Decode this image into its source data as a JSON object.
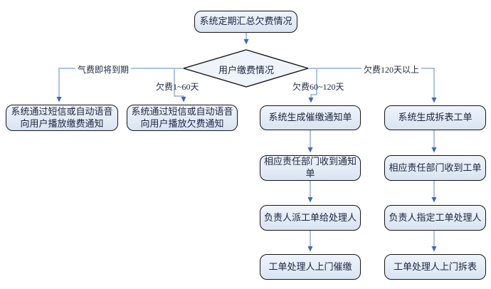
{
  "colors": {
    "node_fill_top": "#eff4fb",
    "node_fill_bottom": "#d9e4f2",
    "node_border": "#151515",
    "wire": "#8fb0d8",
    "arrow": "#4269b2",
    "text": "#1c2340",
    "background": "#ffffff"
  },
  "nodes": {
    "start": "系统定期汇总欠费情况",
    "decision": "用户缴费情况",
    "sms_payment_notice": "系统通过短信或自动语音向用户播放缴费通知",
    "sms_arrears_notice": "系统通过短信或自动语音向用户播放欠费通知",
    "generate_reminder_notice": "系统生成催缴通知单",
    "generate_meter_removal_order": "系统生成拆表工单",
    "dept_receive_notice": "相应责任部门收到通知单",
    "dept_receive_order": "相应责任部门收到工单",
    "leader_dispatch_order": "负责人派工单给处理人",
    "leader_assign_handler": "负责人指定工单处理人",
    "handler_door_collect": "工单处理人上门催缴",
    "handler_door_remove": "工单处理人上门拆表"
  },
  "branch_labels": {
    "due_soon": "气费即将到期",
    "arrears_1_60": "欠费1~60天",
    "arrears_60_120": "欠费60~120天",
    "arrears_over_120": "欠费120天以上"
  }
}
